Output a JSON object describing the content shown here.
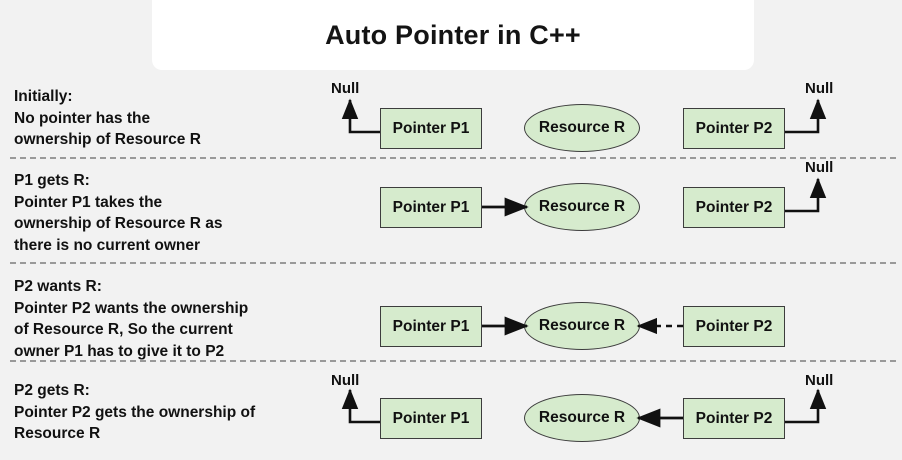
{
  "title": "Auto Pointer in C++",
  "theme": {
    "background": "#f2f2f2",
    "banner_bg": "#ffffff",
    "node_fill": "#d6ebcd",
    "node_stroke": "#3d3d3d",
    "divider": "#9a9a9a",
    "text": "#111111"
  },
  "labels": {
    "pointer_p1": "Pointer P1",
    "pointer_p2": "Pointer P2",
    "resource_r": "Resource R",
    "null": "Null"
  },
  "rows": [
    {
      "id": "initially",
      "heading": "Initially:",
      "caption": "Initially:\nNo pointer has the\nownership of Resource R",
      "p1_target": "null",
      "p2_target": "null",
      "p1_edge": "none",
      "p2_edge": "none"
    },
    {
      "id": "p1-gets-r",
      "heading": "P1 gets R:",
      "caption": "P1 gets R:\nPointer P1 takes the\nownership of Resource R as\nthere is no current owner",
      "p1_target": "resource",
      "p2_target": "null",
      "p1_edge": "solid-arrow-right",
      "p2_edge": "none"
    },
    {
      "id": "p2-wants-r",
      "heading": "P2 wants R:",
      "caption": "P2 wants R:\nPointer P2 wants the ownership\nof Resource R, So the current\nowner P1 has to give it to P2",
      "p1_target": "resource",
      "p2_target": "resource",
      "p1_edge": "solid-arrow-right",
      "p2_edge": "dashed-arrow-left"
    },
    {
      "id": "p2-gets-r",
      "heading": "P2 gets R:",
      "caption": "P2 gets R:\nPointer P2 gets the ownership of\nResource R",
      "p1_target": "null",
      "p2_target": "resource",
      "p1_edge": "none",
      "p2_edge": "solid-arrow-left"
    }
  ]
}
